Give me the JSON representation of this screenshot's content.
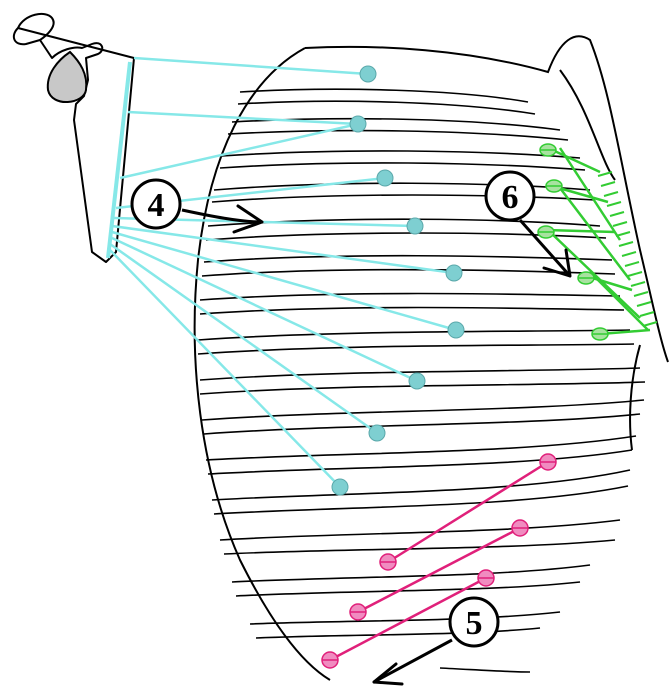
{
  "colors": {
    "outline": "#000000",
    "ribs": "#000000",
    "serratus_fibers": "#86e8e8",
    "serratus_attachment": "#7ecfd1",
    "levatores_fibers": "#33cc33",
    "levatores_attachment": "#a8e2a0",
    "subcostales_fibers": "#e0207a",
    "subcostales_attachment": "#f08cc0",
    "scapula_fill": "#ffffff",
    "bone_head": "#c8c8c8"
  },
  "labels": {
    "callout_4": "4",
    "callout_5": "5",
    "callout_6": "6"
  }
}
